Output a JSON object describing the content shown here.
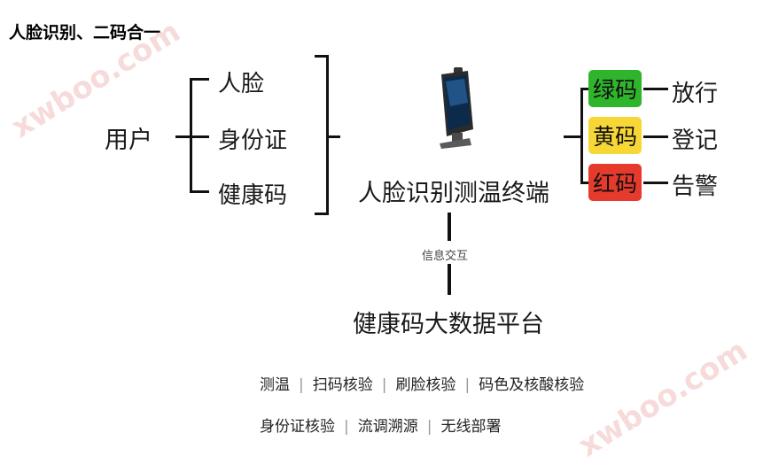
{
  "title": "人脸识别、二码合一",
  "user_label": "用户",
  "inputs": [
    "人脸",
    "身份证",
    "健康码"
  ],
  "device_label": "人脸识别测温终端",
  "exchange_label": "信息交互",
  "platform_label": "健康码大数据平台",
  "codes": [
    {
      "code": "绿码",
      "action": "放行",
      "color": "#2fb52c"
    },
    {
      "code": "黄码",
      "action": "登记",
      "color": "#f7d736"
    },
    {
      "code": "红码",
      "action": "告警",
      "color": "#e53a2c"
    }
  ],
  "features_row1": [
    "测温",
    "扫码核验",
    "刷脸核验",
    "码色及核酸核验"
  ],
  "features_row2": [
    "身份证核验",
    "流调溯源",
    "无线部署"
  ],
  "watermark": "xwboo.com"
}
